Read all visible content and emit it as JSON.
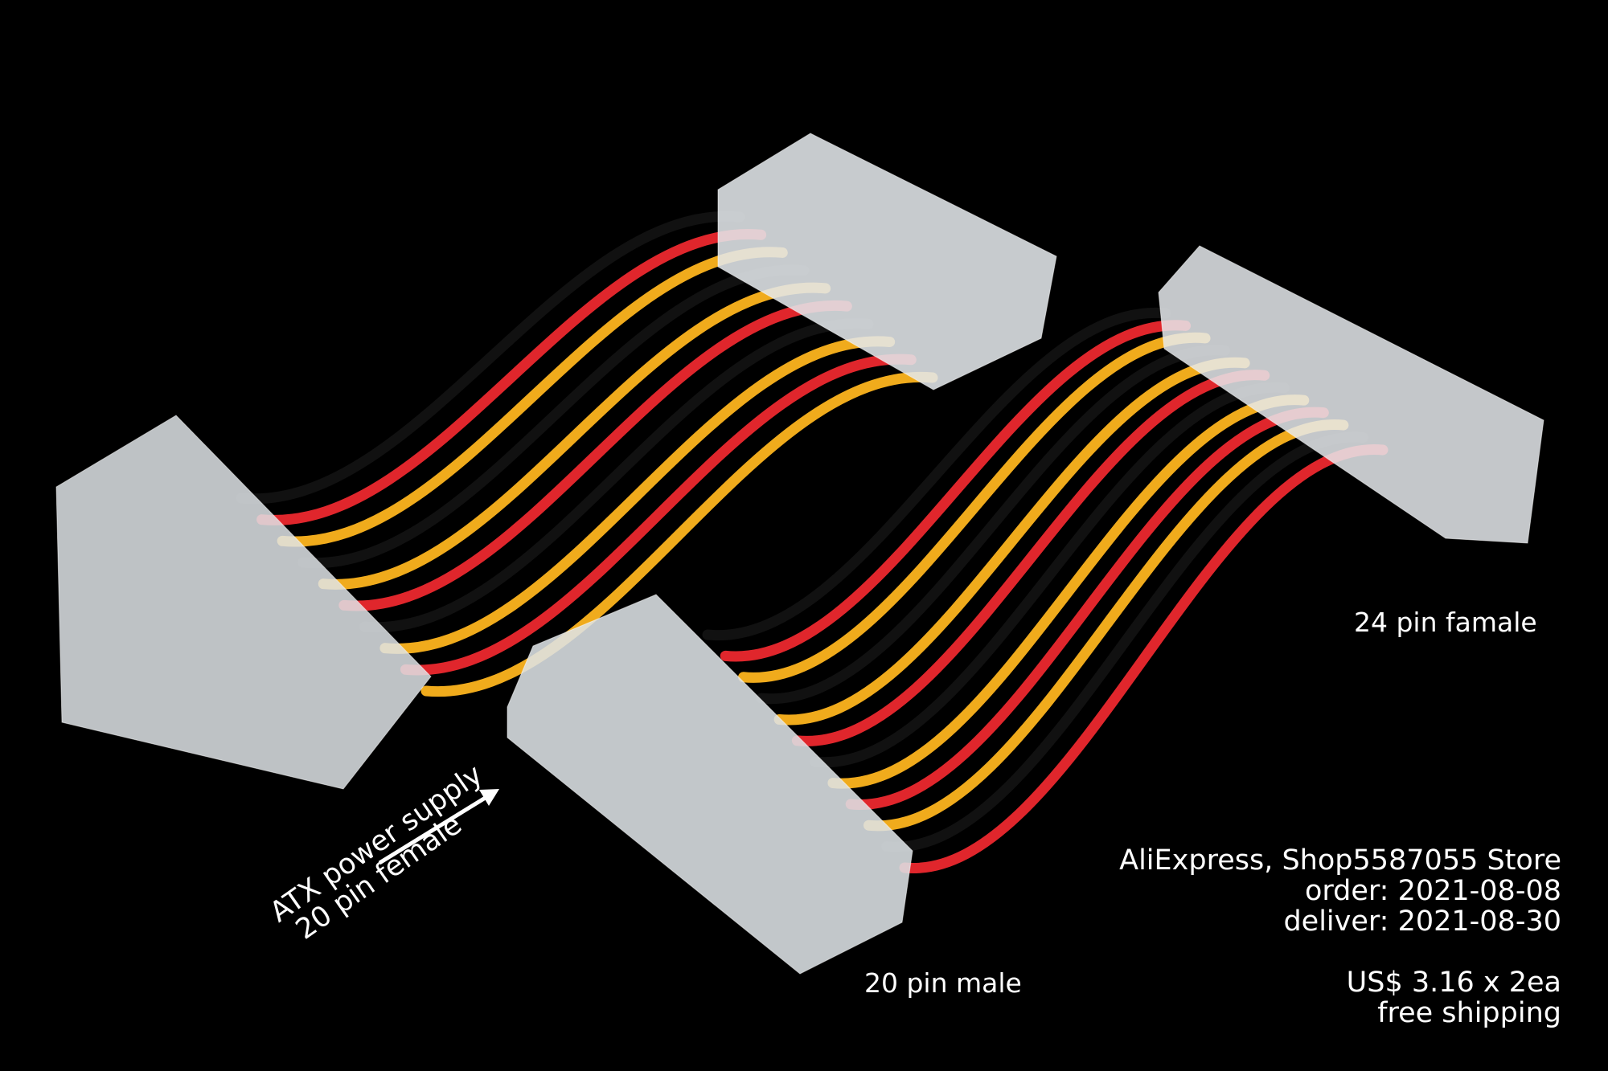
{
  "labels": {
    "female_24": "24 pin famale",
    "male_20": "20 pin male",
    "atx_line1": "ATX power supply",
    "atx_line2": "20 pin female"
  },
  "info": {
    "store": "AliExpress, Shop5587055 Store",
    "order": "order: 2021-08-08",
    "deliver": "deliver: 2021-08-30",
    "price": "US$ 3.16 x 2ea",
    "shipping": "free shipping"
  },
  "colors": {
    "background": "#000000",
    "wire_red": "#e0262c",
    "wire_yellow": "#f0ab1c",
    "wire_black": "#111111",
    "connector": "#e8ecef"
  }
}
